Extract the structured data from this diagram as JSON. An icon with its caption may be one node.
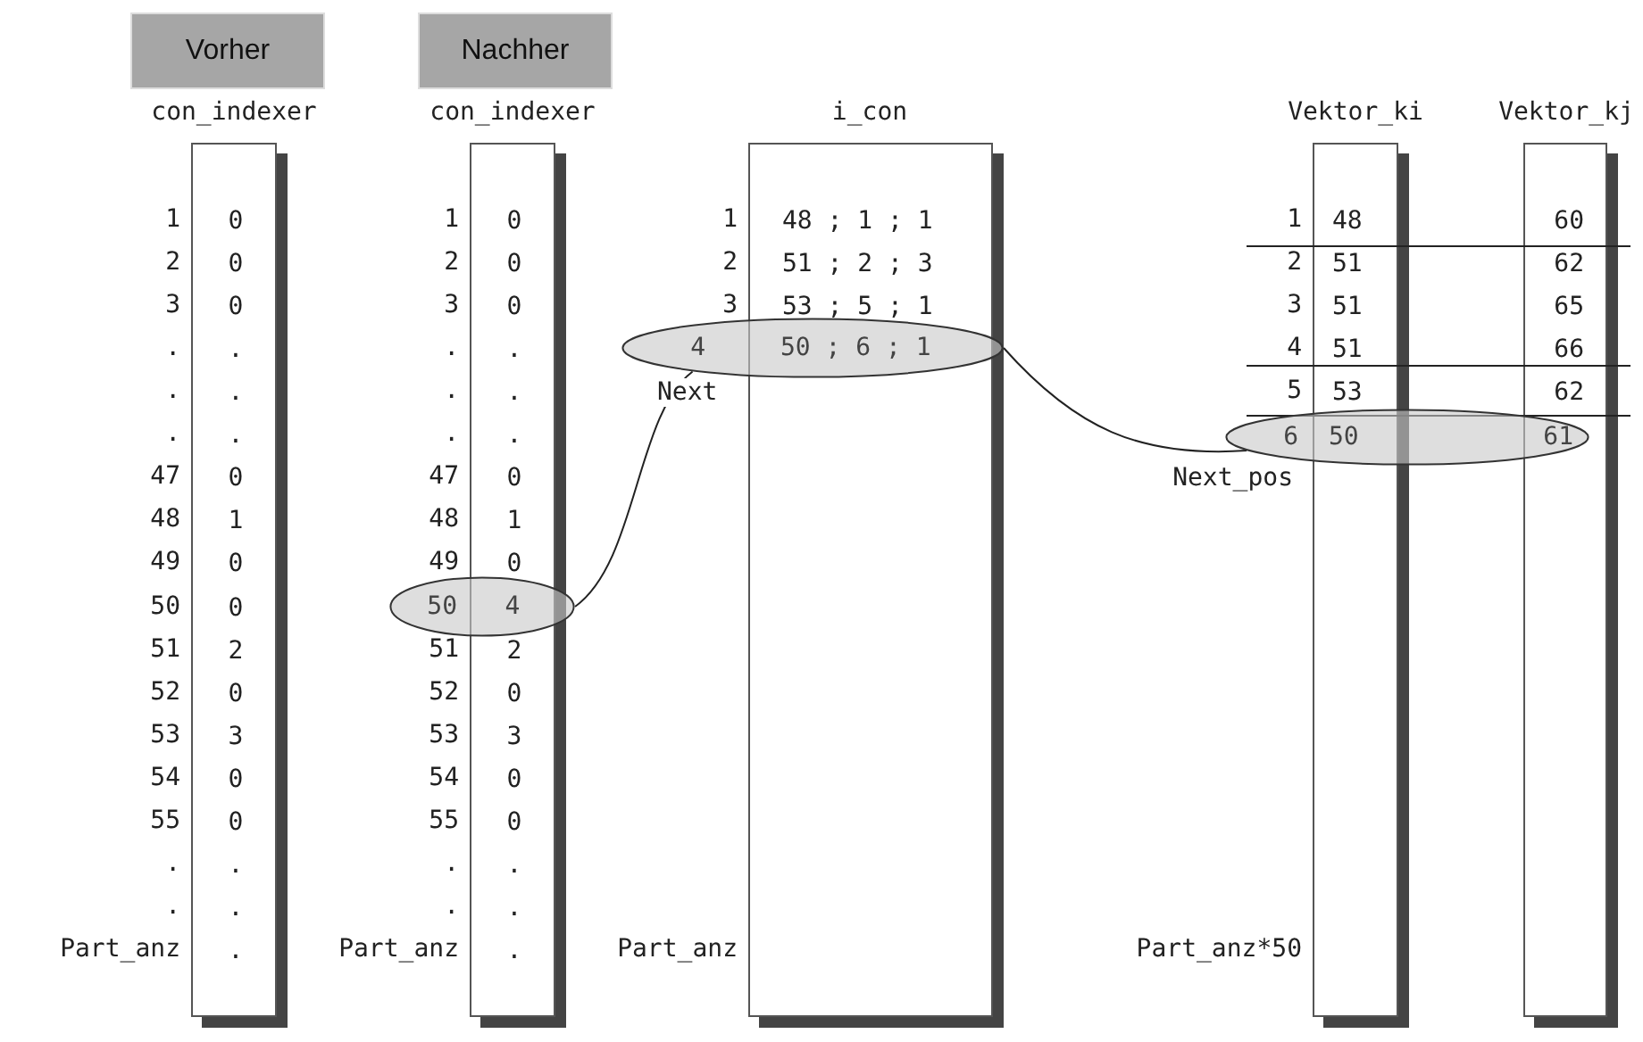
{
  "diagram": {
    "nodes": [
      {
        "text": [
          "Vorher"
        ]
      },
      {
        "text": [
          "Nachher"
        ]
      },
      {
        "text": [
          "0",
          "0",
          "0",
          ".",
          ".",
          ".",
          "0",
          "1",
          "0",
          "0",
          "2",
          "0",
          "3",
          "0",
          "0",
          ".",
          ".",
          "."
        ],
        "beside": [
          "1",
          "2",
          "3",
          ".",
          ".",
          ".",
          "47",
          "48",
          "49",
          "50",
          "51",
          "52",
          "53",
          "54",
          "55",
          ".",
          ".",
          "Part_anz"
        ]
      },
      {
        "text": [
          "0",
          "0",
          "0",
          ".",
          ".",
          ".",
          "0",
          "1",
          "0",
          "2",
          "0",
          "3",
          "0",
          "0",
          ".",
          ".",
          "."
        ],
        "beside": [
          "1",
          "2",
          "3",
          ".",
          ".",
          ".",
          "47",
          "48",
          "49",
          "51",
          "52",
          "53",
          "54",
          "55",
          ".",
          ".",
          "Part_anz"
        ]
      },
      {
        "text": [
          "48 ; 1 ; 1",
          "51 ; 2 ; 3",
          "53 ; 5 ; 1"
        ],
        "beside": [
          "1",
          "2",
          "3",
          "Part_anz"
        ]
      },
      {
        "text": [
          "48",
          "51",
          "51",
          "51",
          "53"
        ],
        "beside": [
          "1",
          "2",
          "3",
          "4",
          "5",
          "Part_anz*50"
        ]
      },
      {
        "text": [
          "60",
          "62",
          "65",
          "66",
          "62"
        ]
      },
      {
        "text": [
          "50",
          "4"
        ]
      },
      {
        "text": [
          "4",
          "50 ; 6 ; 1"
        ]
      },
      {
        "text": [
          "6",
          "50",
          "61"
        ]
      }
    ],
    "edges": [
      {
        "from": 7,
        "to": 8,
        "arrow": "none",
        "label": "Next"
      },
      {
        "from": 8,
        "to": 9,
        "arrow": "none",
        "label": "Next_pos"
      }
    ],
    "labels": [
      "con_indexer",
      "con_indexer",
      "i_con",
      "Vektor_ki",
      "Vektor_kj"
    ]
  }
}
